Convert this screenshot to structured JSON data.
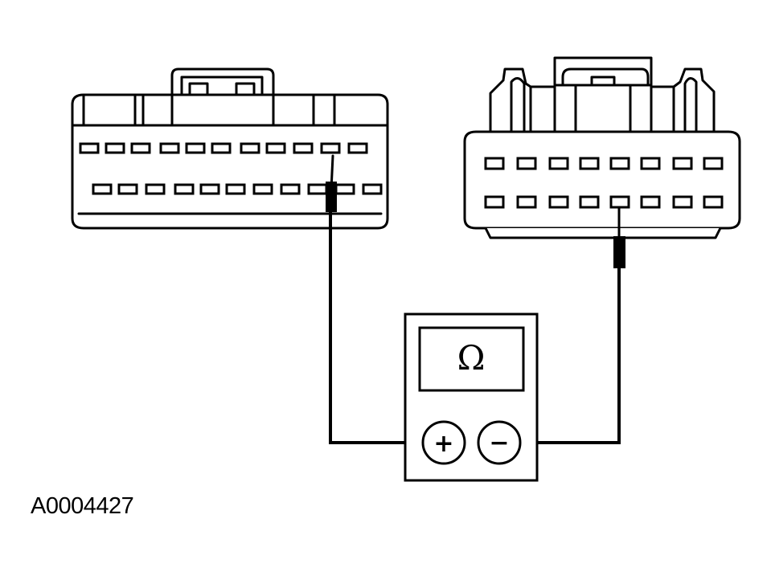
{
  "meter": {
    "display_symbol": "Ω",
    "positive_terminal": "+",
    "negative_terminal": "−"
  },
  "figure_id": "A0004427",
  "colors": {
    "line": "#000000",
    "background": "#ffffff"
  },
  "icons": [
    "connector-left",
    "connector-right",
    "ohmmeter",
    "probe-positive",
    "probe-negative"
  ]
}
